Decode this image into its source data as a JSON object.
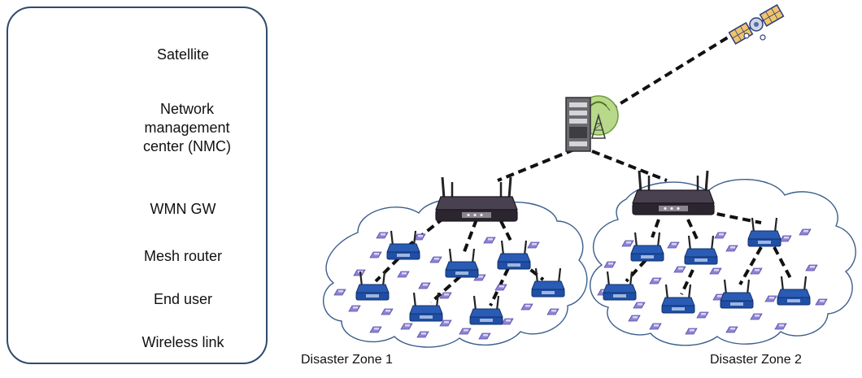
{
  "legend": {
    "satellite": "Satellite",
    "nmc": "Network\nmanagement\ncenter (NMC)",
    "wmn_gw": "WMN GW",
    "mesh_router": "Mesh router",
    "end_user": "End user",
    "wireless_link": "Wireless link"
  },
  "zones": {
    "zone1": "Disaster Zone 1",
    "zone2": "Disaster Zone 2"
  },
  "colors": {
    "border": "#2f4a6e",
    "cloud_stroke": "#3b5f8c",
    "link": "#111111",
    "router_blue": "#1f4fa6",
    "gateway_dark": "#2b2530",
    "satellite_panel": "#f2c46a",
    "nmc_green": "#b8d88a"
  }
}
